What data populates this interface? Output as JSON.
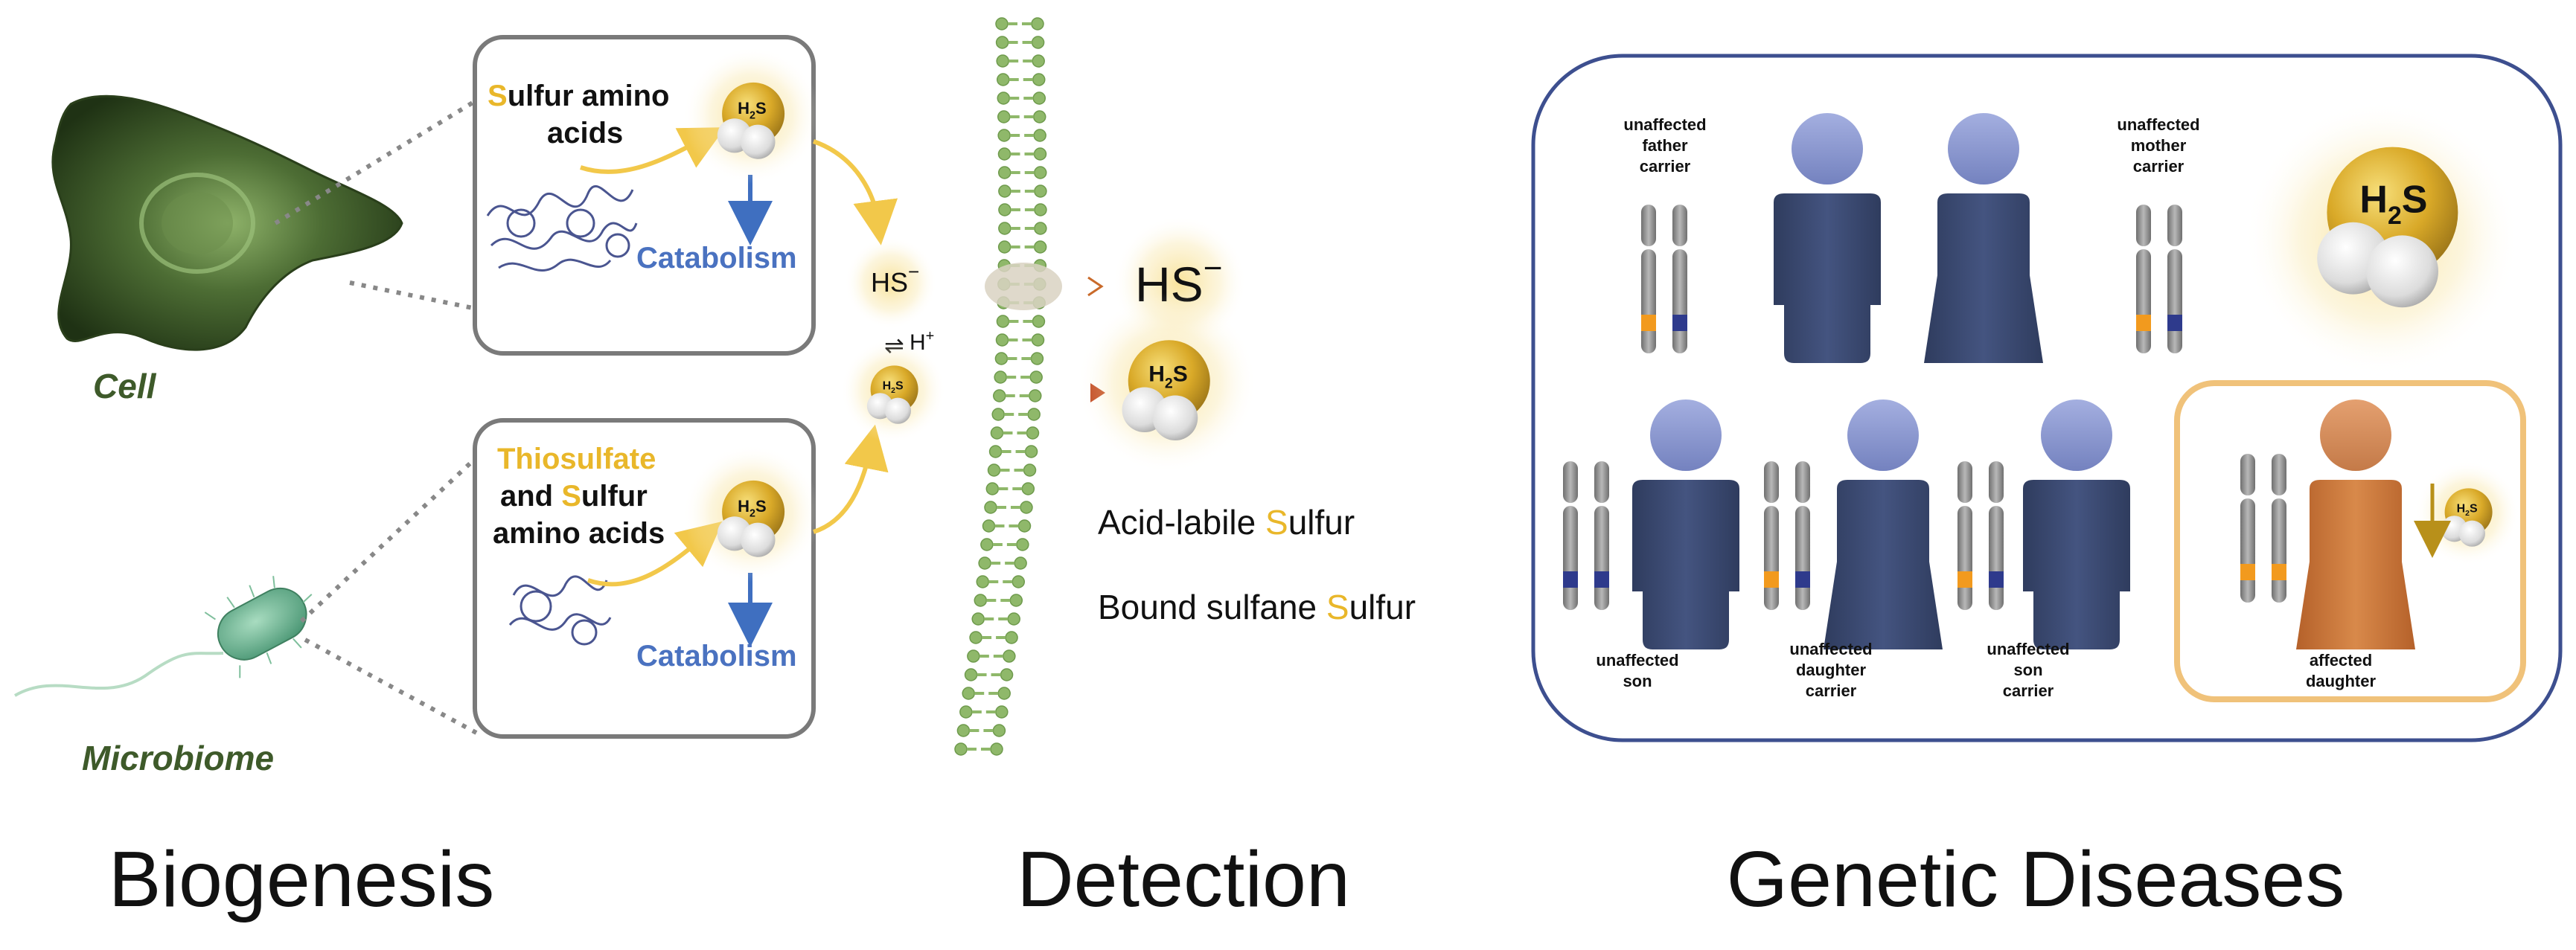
{
  "sections": {
    "biogenesis": "Biogenesis",
    "detection": "Detection",
    "genetic_diseases": "Genetic Diseases"
  },
  "biogenesis": {
    "cell_label": "Cell",
    "microbiome_label": "Microbiome",
    "top_box": {
      "line1_first": "S",
      "line1_rest": "ulfur amino",
      "line2": "acids",
      "catabolism": "Catabolism"
    },
    "bottom_box": {
      "line1": "Thiosulfate",
      "line2_a": "and ",
      "line2_s": "S",
      "line2_b": "ulfur",
      "line3": "amino acids",
      "catabolism": "Catabolism"
    },
    "h2s_label": "H",
    "h2s_sub": "2",
    "h2s_s": "S"
  },
  "detection": {
    "hs_small": "HS",
    "hs_small_sup": "−",
    "equilibrium": "⇌",
    "h_plus": "H",
    "h_plus_sup": "+",
    "hs_big": "HS",
    "hs_big_sup": "−",
    "acid_labile_a": "Acid-labile ",
    "acid_labile_s": "S",
    "acid_labile_b": "ulfur",
    "bound_a": "Bound sulfane ",
    "bound_s": "S",
    "bound_b": "ulfur"
  },
  "genetic": {
    "father_lines": [
      "unaffected",
      "father",
      "carrier"
    ],
    "mother_lines": [
      "unaffected",
      "mother",
      "carrier"
    ],
    "son1_lines": [
      "unaffected",
      "son"
    ],
    "daughter1_lines": [
      "unaffected",
      "daughter",
      "carrier"
    ],
    "son2_lines": [
      "unaffected",
      "son",
      "carrier"
    ],
    "daughter2_lines": [
      "affected",
      "daughter"
    ]
  },
  "colors": {
    "gold": "#e9b72a",
    "navy_person": "#3b4a72",
    "head_blue": "#8c99d2",
    "affected_person": "#c9763a",
    "frame_blue": "#3d4f8f",
    "frame_orange": "#f0c27a",
    "box_grey": "#7a7a7a",
    "membrane_green": "#8fb86a",
    "catabolism_blue": "#4a72c0"
  }
}
